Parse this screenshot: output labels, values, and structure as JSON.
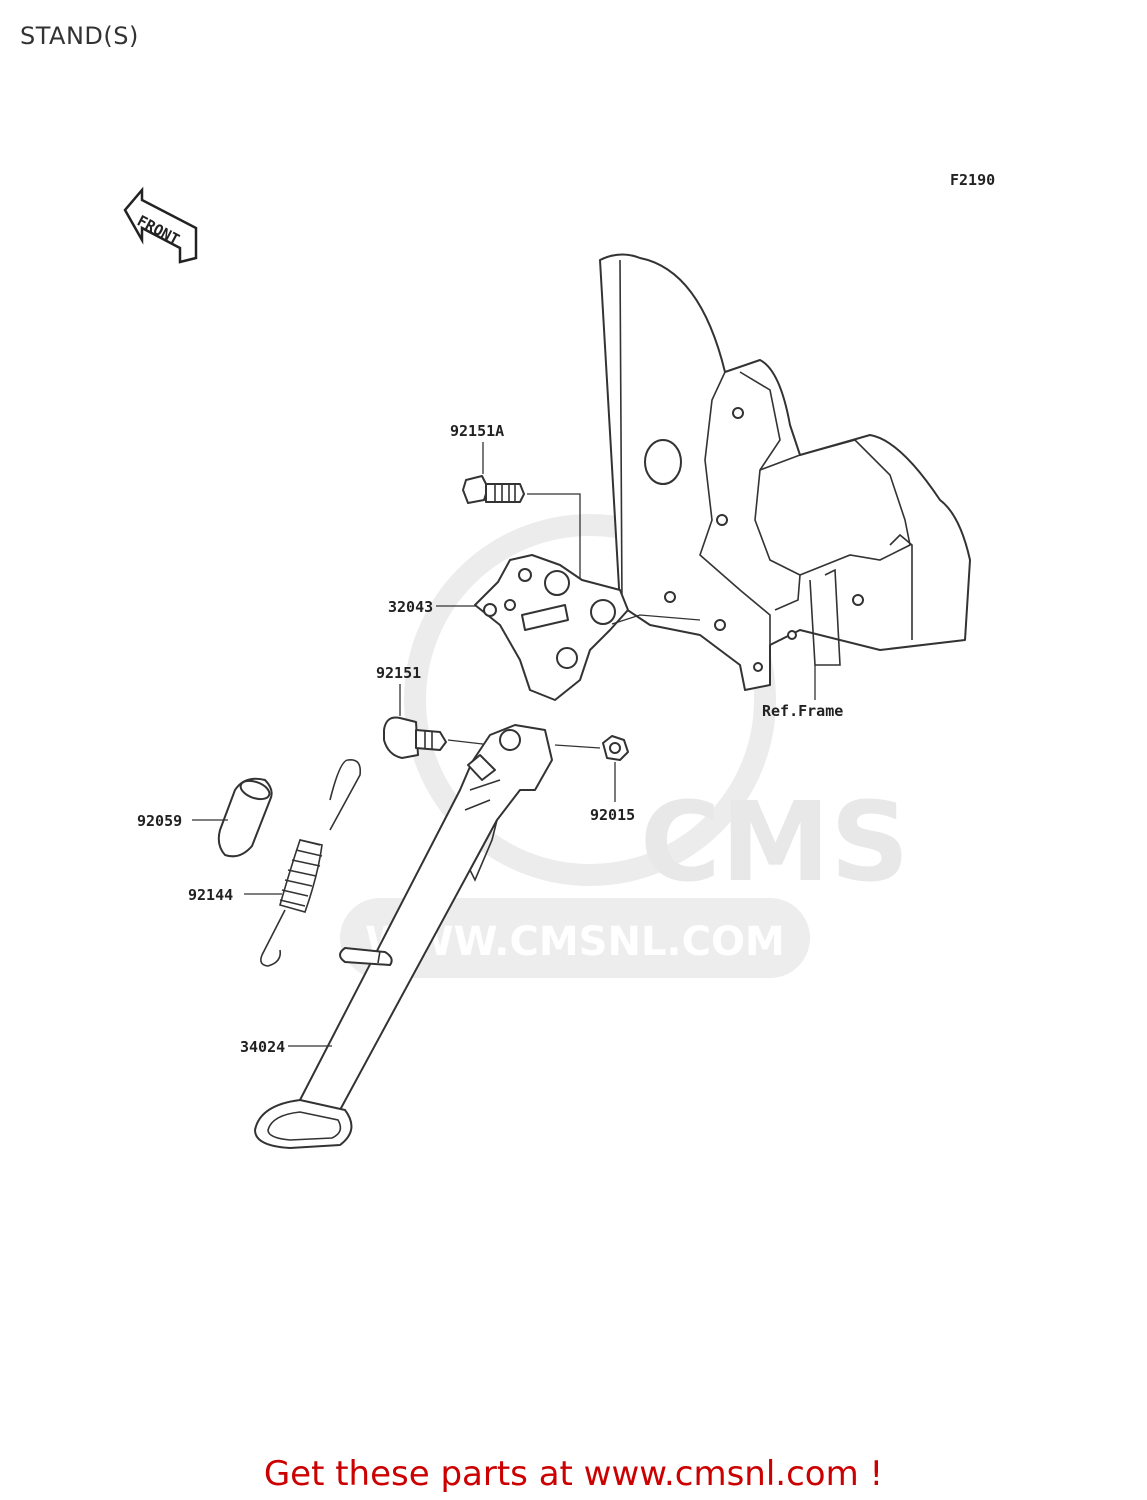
{
  "page": {
    "title": "STAND(S)"
  },
  "diagram": {
    "code": "F2190",
    "front_arrow_text": "FRONT",
    "ref_frame_label": "Ref.Frame",
    "watermark": {
      "text": "WWW.CMSNL.COM",
      "logo": "CMS"
    },
    "parts": [
      {
        "id": "p1",
        "number": "92151A"
      },
      {
        "id": "p2",
        "number": "32043"
      },
      {
        "id": "p3",
        "number": "92151"
      },
      {
        "id": "p4",
        "number": "92015"
      },
      {
        "id": "p5",
        "number": "92059"
      },
      {
        "id": "p6",
        "number": "92144"
      },
      {
        "id": "p7",
        "number": "34024"
      }
    ]
  },
  "footer": {
    "link_text": "Get these parts at www.cmsnl.com !"
  },
  "colors": {
    "footer_link": "#cc0000",
    "line_art": "#333333",
    "watermark": "#e6e6e6"
  }
}
